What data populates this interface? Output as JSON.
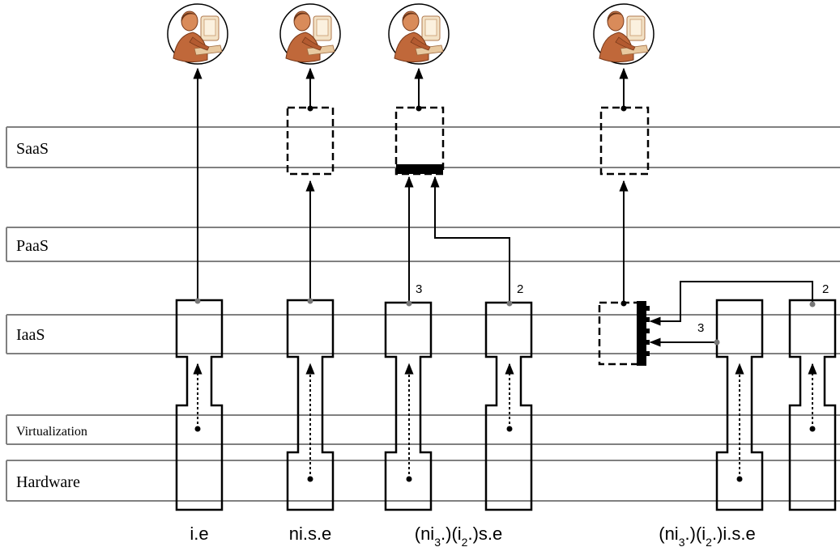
{
  "layers": [
    {
      "id": "saas",
      "label": "SaaS"
    },
    {
      "id": "paas",
      "label": "PaaS"
    },
    {
      "id": "iaas",
      "label": "IaaS"
    },
    {
      "id": "virtualization",
      "label": "Virtualization"
    },
    {
      "id": "hardware",
      "label": "Hardware"
    }
  ],
  "configurations": [
    {
      "id": "ie",
      "label": "i.e"
    },
    {
      "id": "nise",
      "label": "ni.s.e"
    },
    {
      "id": "ni3i2se",
      "label_parts": [
        {
          "t": "(ni"
        },
        {
          "sub": "3"
        },
        {
          "t": ".)(i"
        },
        {
          "sub": "2"
        },
        {
          "t": ".)s.e"
        }
      ]
    },
    {
      "id": "ni3i2ise",
      "label_parts": [
        {
          "t": "(ni"
        },
        {
          "sub": "3"
        },
        {
          "t": ".)(i"
        },
        {
          "sub": "2"
        },
        {
          "t": ".)i.s.e"
        }
      ]
    }
  ],
  "edge_labels": {
    "c3_left": "3",
    "c3_right": "2",
    "c4_top": "2",
    "c4_mid": "3"
  },
  "users": [
    {
      "id": "user-1",
      "icon": "user-at-computer-icon"
    },
    {
      "id": "user-2",
      "icon": "user-at-computer-icon"
    },
    {
      "id": "user-3",
      "icon": "user-at-computer-icon"
    },
    {
      "id": "user-4",
      "icon": "user-at-computer-icon"
    }
  ]
}
